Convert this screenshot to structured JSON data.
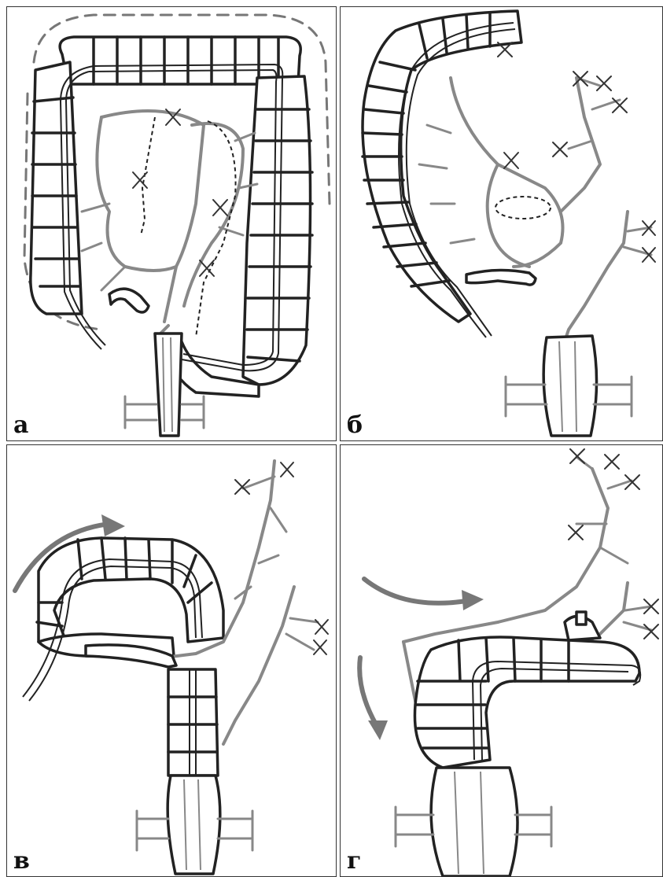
{
  "panels": [
    {
      "id": "a",
      "label": "а"
    },
    {
      "id": "b",
      "label": "б"
    },
    {
      "id": "c",
      "label": "в"
    },
    {
      "id": "d",
      "label": "г"
    }
  ]
}
